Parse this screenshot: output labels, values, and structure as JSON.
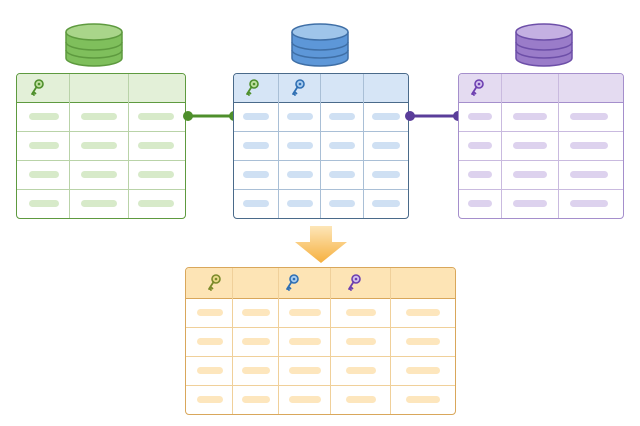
{
  "colors": {
    "green": {
      "border": "#5e9a3f",
      "header": "#e3f0d8",
      "bar": "#d7eac9",
      "line": "#b9d3a8",
      "db_top": "#a9d58a",
      "db_body": "#7fbf5c",
      "key": "#6aa84f",
      "connector": "#4e8f2b"
    },
    "blue": {
      "border": "#4a6a8a",
      "header": "#d6e5f6",
      "bar": "#cfe0f3",
      "line": "#a9bfd6",
      "db_top": "#9fc5ea",
      "db_body": "#5d97d8",
      "key": "#3b7fc4",
      "connector": "#5a3d9a"
    },
    "purple": {
      "border": "#a58fcc",
      "header": "#e4dbf1",
      "bar": "#ddd2ee",
      "line": "#c9badf",
      "db_top": "#c4b0e2",
      "db_body": "#9a7cc9",
      "key": "#7a55b6"
    },
    "orange": {
      "border": "#d9a75b",
      "header": "#fde4b5",
      "bar": "#fde6bd",
      "line": "#f0d09a",
      "arrow": "#f7b94a"
    }
  },
  "icons": {
    "database": "database-icon",
    "key": "key-icon",
    "arrow": "arrow-down-icon"
  },
  "diagram": {
    "sources": [
      {
        "name": "table-green",
        "header_keys": [
          "key-icon"
        ]
      },
      {
        "name": "table-blue",
        "header_keys": [
          "key-icon",
          "key-icon"
        ]
      },
      {
        "name": "table-purple",
        "header_keys": [
          "key-icon"
        ]
      }
    ],
    "result": {
      "name": "table-merged",
      "header_keys": [
        "key-icon",
        "key-icon",
        "key-icon"
      ]
    }
  }
}
